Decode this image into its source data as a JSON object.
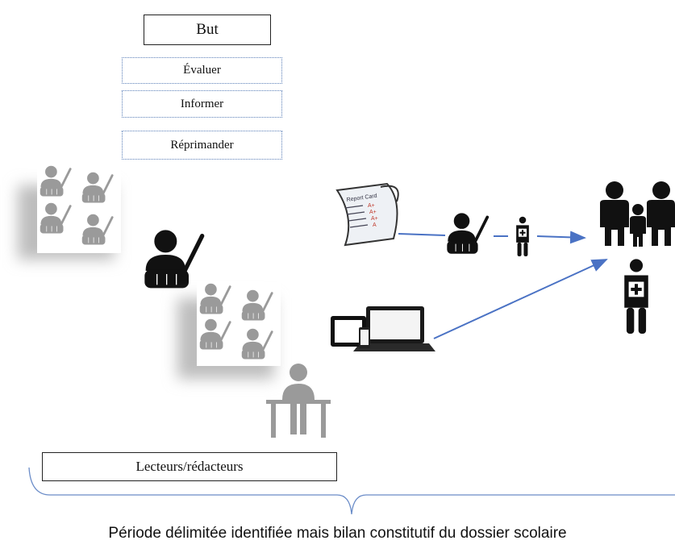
{
  "header": {
    "title": "But"
  },
  "purposes": [
    {
      "label": "Évaluer"
    },
    {
      "label": "Informer"
    },
    {
      "label": "Réprimander"
    }
  ],
  "readers_box": {
    "label": "Lecteurs/rédacteurs"
  },
  "caption": "Période délimitée identifiée mais bilan constitutif du dossier scolaire",
  "report_card": {
    "title": "Report Card",
    "grades": [
      "A+",
      "A+",
      "A+",
      "A"
    ]
  },
  "colors": {
    "arrow": "#4a72c4",
    "brace": "#6a8cc8",
    "gray_icon": "#9a9a9a",
    "black_icon": "#111111"
  },
  "icons": [
    "teacher-group-icon",
    "teacher-icon",
    "student-icon",
    "family-icon",
    "report-card-icon",
    "devices-icon",
    "desk-person-icon"
  ]
}
